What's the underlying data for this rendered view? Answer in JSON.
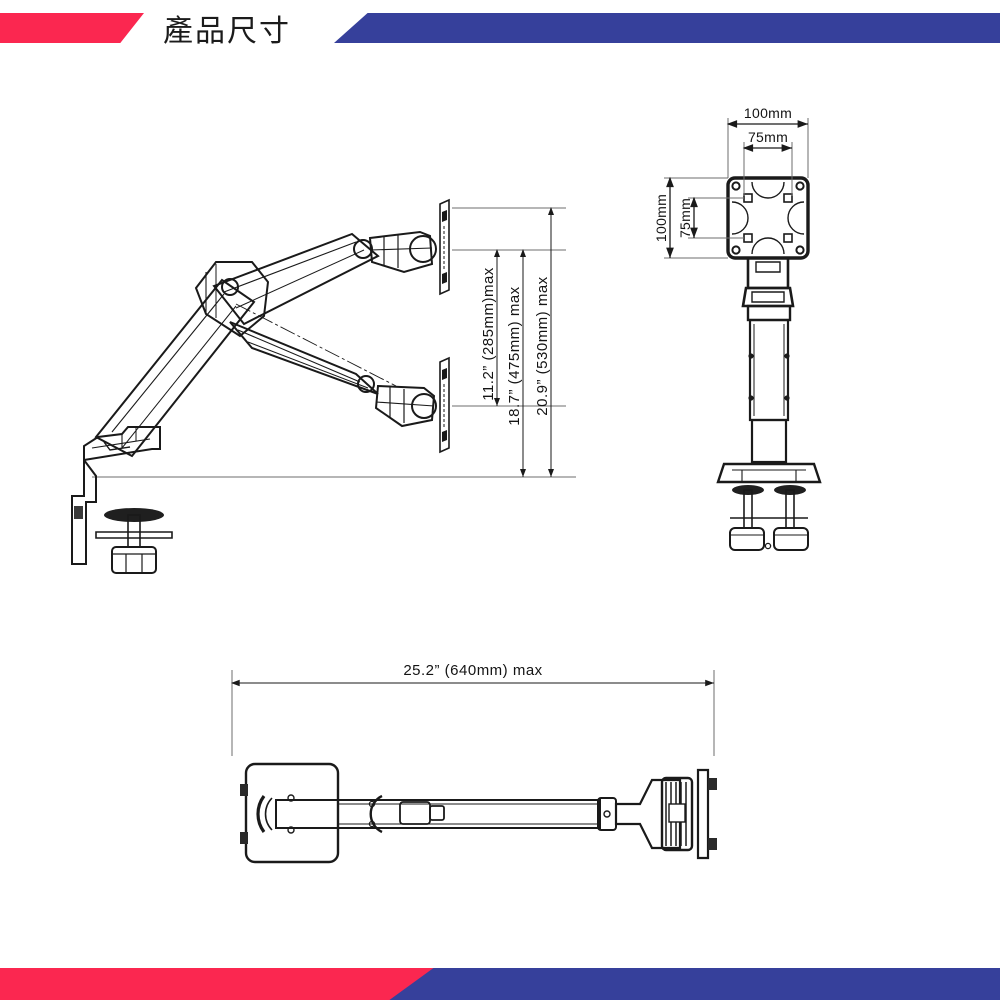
{
  "header": {
    "title": "產品尺寸",
    "accent_red": "#fb2750",
    "accent_blue": "#36409b"
  },
  "footer": {
    "accent_red": "#fb2750",
    "accent_blue": "#36409b"
  },
  "diagram": {
    "kind": "technical-drawing",
    "subject": "gas-spring monitor arm desk mount",
    "line_color": "#1a1a1a",
    "views": [
      {
        "name": "side-view",
        "label": ""
      },
      {
        "name": "front-view",
        "label": ""
      },
      {
        "name": "top-view",
        "label": ""
      }
    ],
    "dimensions": {
      "height_travel": "11.2” (285mm)max",
      "height_mid": "18.7” (475mm) max",
      "height_max": "20.9” (530mm) max",
      "reach_max": "25.2” (640mm) max",
      "vesa_width_100": "100mm",
      "vesa_width_75": "75mm",
      "vesa_height_100": "100mm",
      "vesa_height_75": "75mm"
    }
  }
}
